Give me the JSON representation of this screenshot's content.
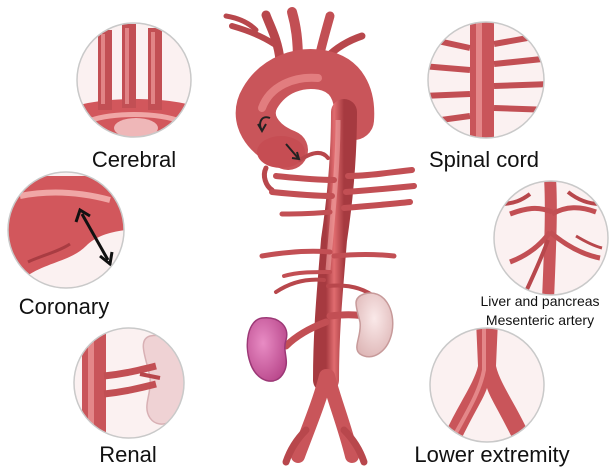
{
  "labels": {
    "cerebral": "Cerebral",
    "coronary": "Coronary",
    "renal": "Renal",
    "spinal_cord": "Spinal cord",
    "liver_pancreas": "Liver and pancreas",
    "mesenteric": "Mesenteric artery",
    "lower_extremity": "Lower extremity"
  },
  "colors": {
    "artery": "#d2575c",
    "artery_dark": "#8e2a30",
    "artery_light": "#f0a7a6",
    "kidney_left": "#d45fa2",
    "kidney_right": "#f2d2d2",
    "circle_border": "#c9c9c9",
    "text": "#111111"
  }
}
